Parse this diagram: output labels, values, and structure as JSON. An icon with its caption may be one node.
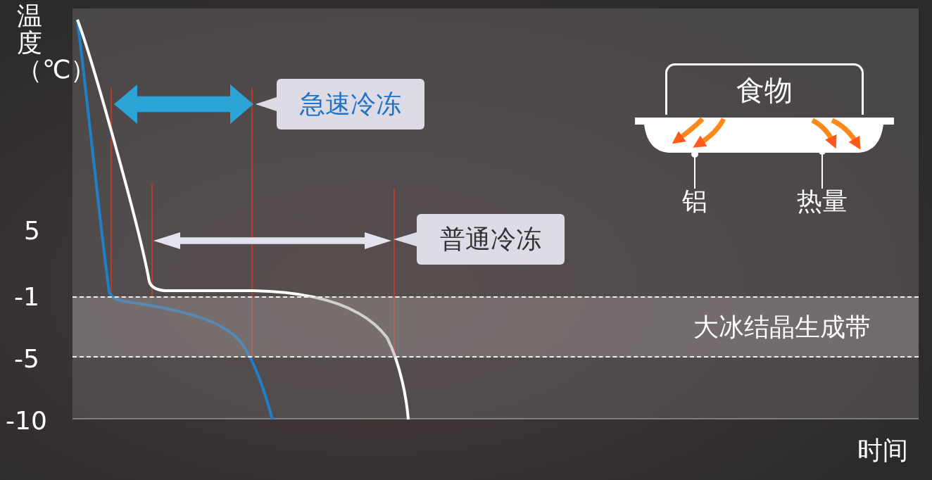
{
  "diagram": {
    "nodes": [
      {
        "text": [
          "急速冷冻"
        ]
      },
      {
        "text": [
          "普通冷冻"
        ]
      },
      {
        "text": [
          "大冰结晶生成带"
        ]
      },
      {
        "text": [
          "食物"
        ]
      },
      {
        "text": [],
        "shape": "picture"
      },
      {
        "text": [],
        "shape": "picture",
        "in": 4
      },
      {
        "text": [
          "铝"
        ]
      },
      {
        "text": [
          "热量"
        ]
      },
      {
        "text": [],
        "shape": "arrow"
      },
      {
        "text": [],
        "shape": "arrow"
      }
    ],
    "edges": [
      {
        "from": 6,
        "to": 4,
        "arrow": "other"
      },
      {
        "from": 7,
        "to": 5,
        "arrow": "other"
      },
      {
        "from": 0,
        "to": 8,
        "arrow": "to"
      },
      {
        "from": 1,
        "to": 9,
        "arrow": "to"
      }
    ],
    "labels": [
      "温度（℃）",
      "5",
      "-1",
      "-5",
      "-10",
      "时间"
    ]
  }
}
